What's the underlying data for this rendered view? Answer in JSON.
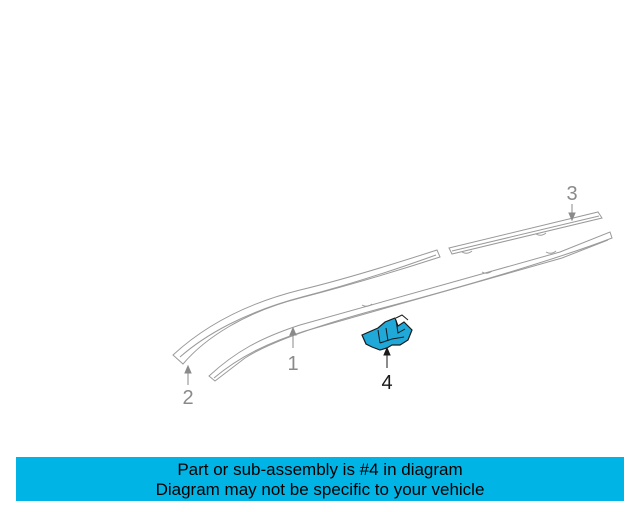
{
  "diagram": {
    "callouts": [
      {
        "number": "1"
      },
      {
        "number": "2"
      },
      {
        "number": "3"
      },
      {
        "number": "4"
      }
    ],
    "highlight_color": "#1fa8d8",
    "line_color": "#9a9a9a",
    "label_color": "#8a8a8a"
  },
  "banner": {
    "line1": "Part or sub-assembly is #4 in diagram",
    "line2": "Diagram may not be specific to your vehicle",
    "background": "#00b4e6"
  }
}
